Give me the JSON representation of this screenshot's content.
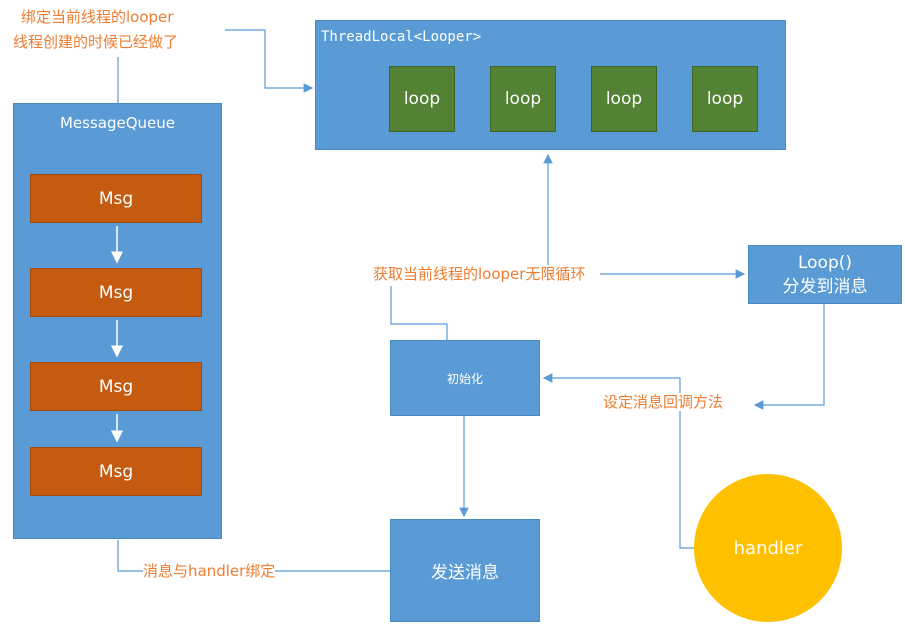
{
  "diagram": {
    "threadlocal": {
      "title": "ThreadLocal<Looper>",
      "loops": [
        "loop",
        "loop",
        "loop",
        "loop"
      ]
    },
    "message_queue": {
      "title": "MessageQueue",
      "messages": [
        "Msg",
        "Msg",
        "Msg",
        "Msg"
      ]
    },
    "init_box": "初始化",
    "send_box": "发送消息",
    "loop_box": {
      "line1": "Loop()",
      "line2": "分发到消息"
    },
    "handler": "handler",
    "labels": {
      "bind_looper_1": "绑定当前线程的looper",
      "bind_looper_2": "线程创建的时候已经做了",
      "get_looper": "获取当前线程的looper无限循环",
      "set_callback": "设定消息回调方法",
      "msg_handler_bind": "消息与handler绑定"
    },
    "colors": {
      "box_blue": "#5b9bd5",
      "loop_green": "#548235",
      "msg_orange": "#c55a11",
      "handler_yellow": "#ffc000",
      "label_orange": "#ed7d31"
    }
  }
}
